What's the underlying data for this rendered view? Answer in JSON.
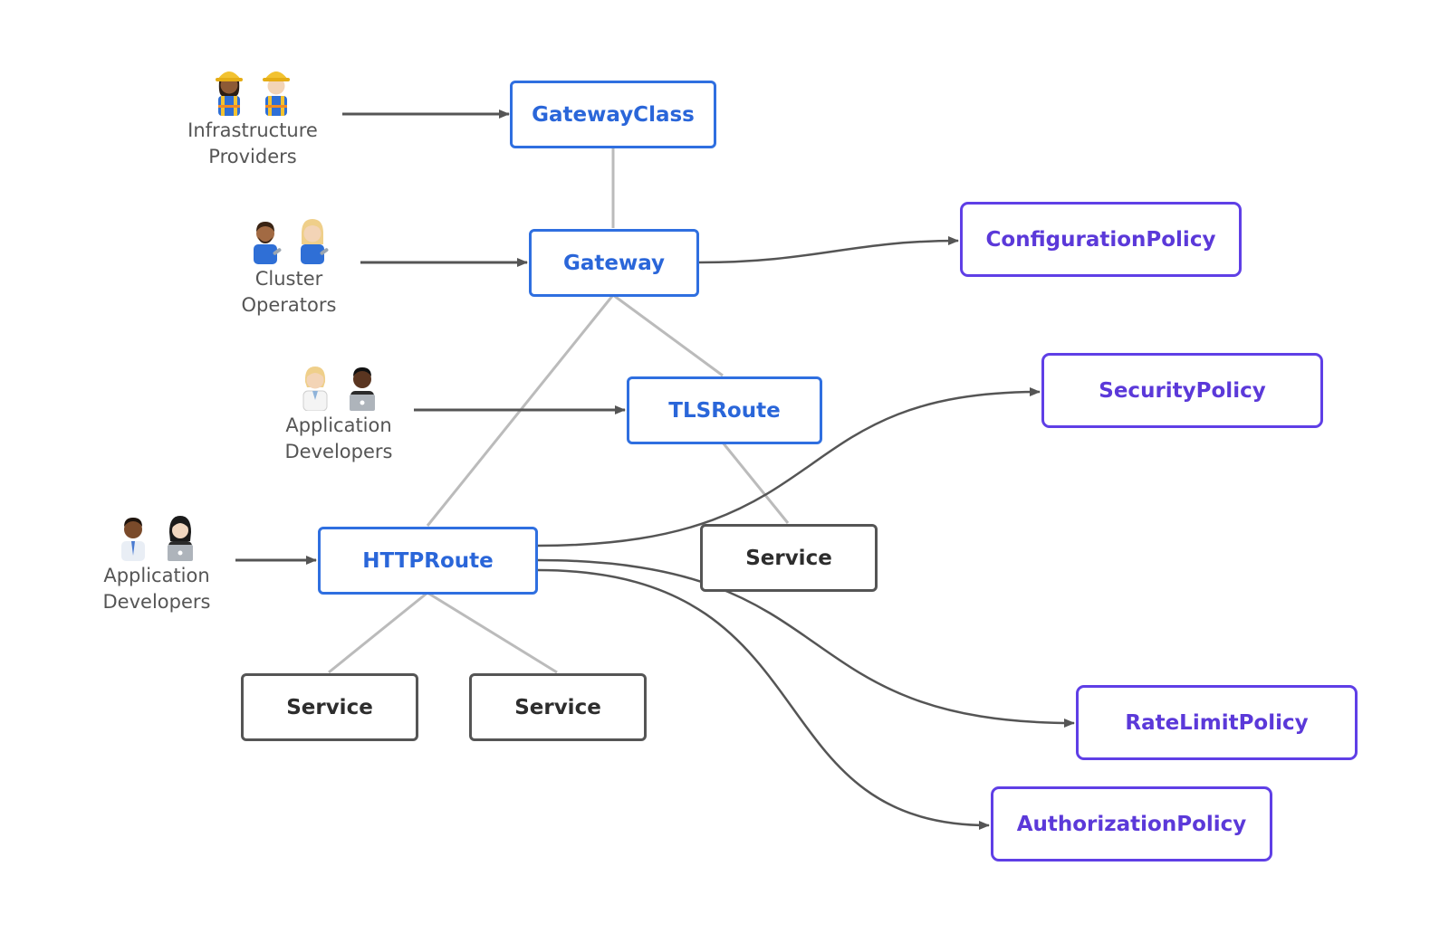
{
  "personas": {
    "infra": {
      "line1": "Infrastructure",
      "line2": "Providers"
    },
    "operators": {
      "line1": "Cluster",
      "line2": "Operators"
    },
    "appdev1": {
      "line1": "Application",
      "line2": "Developers"
    },
    "appdev2": {
      "line1": "Application",
      "line2": "Developers"
    }
  },
  "resources": {
    "gatewayclass": "GatewayClass",
    "gateway": "Gateway",
    "tlsroute": "TLSRoute",
    "httproute": "HTTPRoute"
  },
  "services": {
    "tls_backend": "Service",
    "http_backend_1": "Service",
    "http_backend_2": "Service"
  },
  "policies": {
    "configuration": "ConfigurationPolicy",
    "security": "SecurityPolicy",
    "ratelimit": "RateLimitPolicy",
    "authorization": "AuthorizationPolicy"
  },
  "colors": {
    "resource_border": "#2f6fe0",
    "resource_text": "#2a66d9",
    "policy_border": "#5f3fe6",
    "policy_text": "#5b39d9",
    "service_border": "#555555",
    "arrow": "#555555",
    "connector": "#bbbbbb"
  },
  "icons": {
    "infra": [
      "construction-worker-woman-icon",
      "construction-worker-man-icon"
    ],
    "operators": [
      "mechanic-man-icon",
      "mechanic-woman-icon"
    ],
    "appdev1": [
      "scientist-icon",
      "technologist-icon"
    ],
    "appdev2": [
      "office-worker-man-icon",
      "technologist-woman-icon"
    ]
  }
}
